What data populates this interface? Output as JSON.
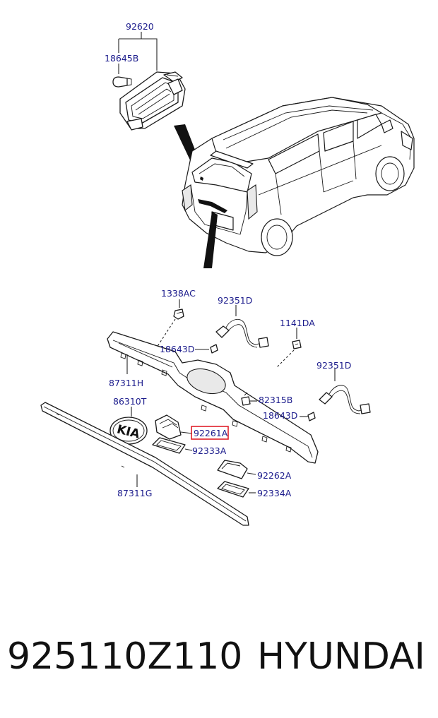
{
  "labels": {
    "l92620": "92620",
    "l18645B": "18645B",
    "l1338AC": "1338AC",
    "l92351D_a": "92351D",
    "l1141DA": "1141DA",
    "l18643D_a": "18643D",
    "l92351D_b": "92351D",
    "l87311H": "87311H",
    "l86310T": "86310T",
    "l82315B": "82315B",
    "l18643D_b": "18643D",
    "l92261A": "92261A",
    "l92333A": "92333A",
    "l92262A": "92262A",
    "l92334A": "92334A",
    "l87311G": "87311G"
  },
  "emblem_text": "KIA",
  "highlight_color": "#e0202a",
  "label_color": "#1b1b8c",
  "footer": {
    "part_number": "925110Z110",
    "brand": "HYUNDAI"
  }
}
